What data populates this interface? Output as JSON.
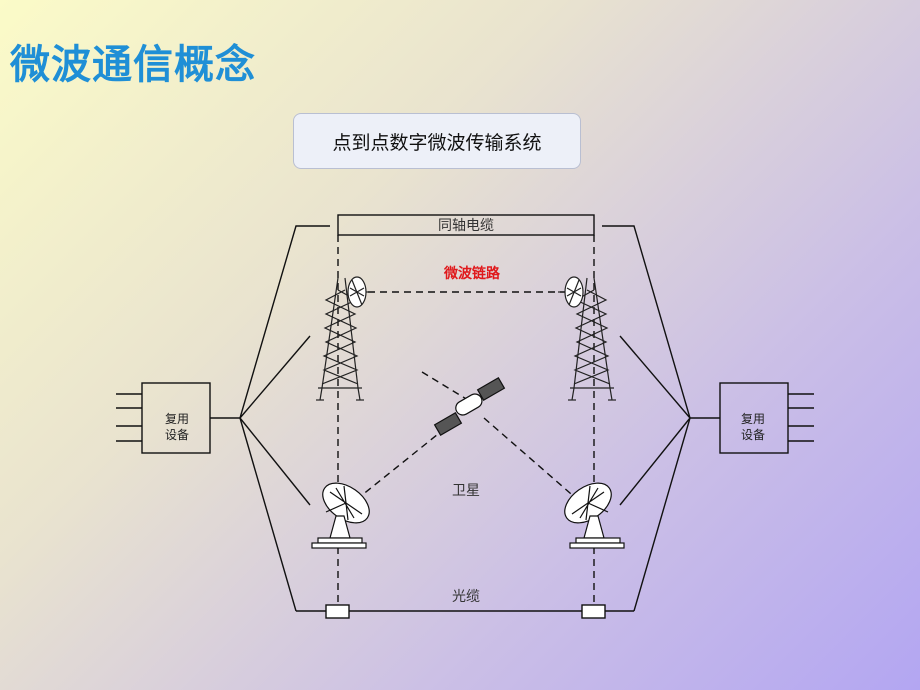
{
  "title": "微波通信概念",
  "subtitle": "点到点数字微波传输系统",
  "labels": {
    "coax": "同轴电缆",
    "microwave_link": "微波链路",
    "satellite": "卫星",
    "fiber": "光缆",
    "mux_left_line1": "复用",
    "mux_left_line2": "设备",
    "mux_right_line1": "复用",
    "mux_right_line2": "设备"
  },
  "colors": {
    "title": "#1f8fd6",
    "link_label": "#e0191c",
    "line": "#111111"
  },
  "icons": [
    "tower-icon",
    "dish-icon",
    "satellite-icon",
    "mux-box"
  ]
}
